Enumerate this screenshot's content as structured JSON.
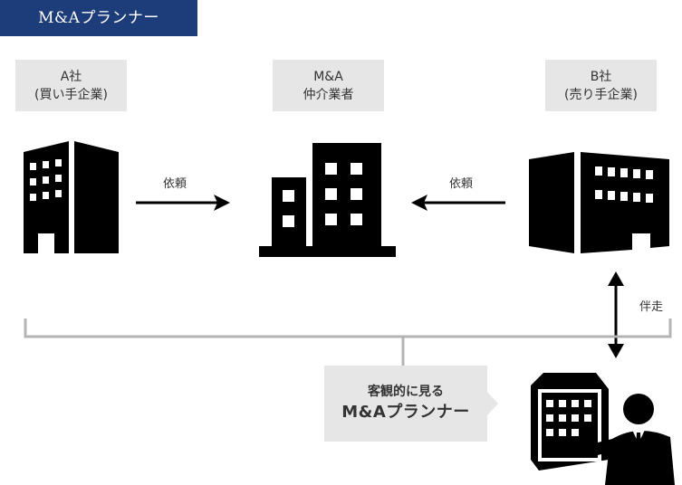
{
  "banner": {
    "title": "M&Aプランナー"
  },
  "parties": {
    "a": {
      "line1": "A社",
      "line2": "(買い手企業)"
    },
    "broker": {
      "line1": "M&A",
      "line2": "仲介業者"
    },
    "b": {
      "line1": "B社",
      "line2": "(売り手企業)"
    }
  },
  "arrows": {
    "a_to_broker": "依頼",
    "b_to_broker": "依頼",
    "accompany": "伴走"
  },
  "callout": {
    "line1": "客観的に見る",
    "line2": "M&Aプランナー"
  },
  "colors": {
    "banner": "#1d3d7a",
    "label_bg": "#e6e6e6",
    "line": "#b3b3b3",
    "icon": "#000000"
  }
}
